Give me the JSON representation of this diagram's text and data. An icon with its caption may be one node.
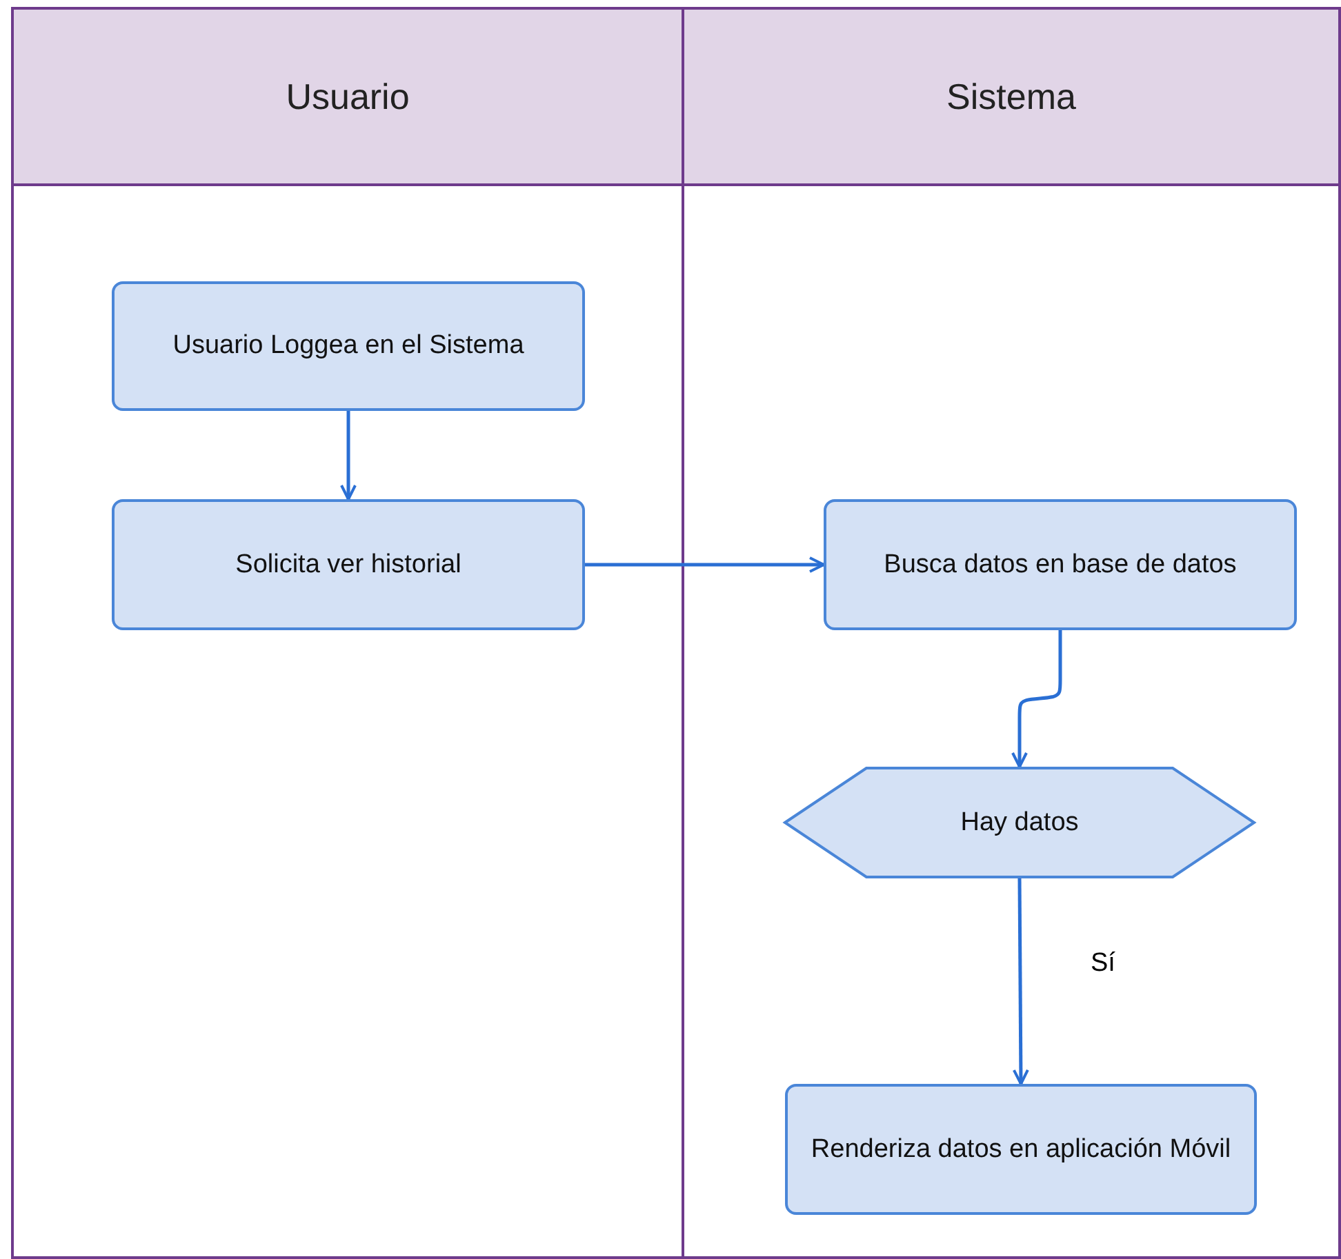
{
  "diagram": {
    "nodes": [
      {
        "text": [
          "Usuario"
        ]
      },
      {
        "text": [
          "Sistema"
        ]
      },
      {
        "text": [
          "Usuario Loggea en el Sistema"
        ],
        "in": 0
      },
      {
        "text": [
          "Solicita ver historial"
        ],
        "in": 0
      },
      {
        "text": [
          "Busca datos en base de datos"
        ],
        "in": 1
      },
      {
        "text": [
          "Hay datos"
        ],
        "in": 1
      },
      {
        "text": [
          "Renderiza datos en aplicación Móvil"
        ],
        "in": 1
      }
    ],
    "edges": [
      {
        "from": 2,
        "to": 3,
        "arrow": "to"
      },
      {
        "from": 3,
        "to": 4,
        "arrow": "to"
      },
      {
        "from": 4,
        "to": 5,
        "arrow": "to"
      },
      {
        "from": 5,
        "to": 6,
        "arrow": "to",
        "label": "Sí"
      }
    ]
  }
}
